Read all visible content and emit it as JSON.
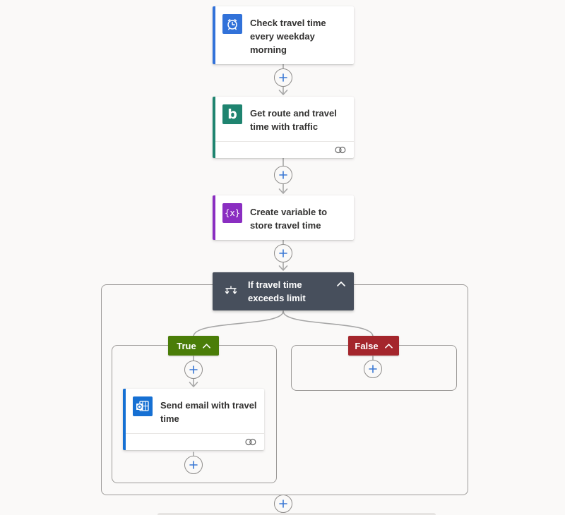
{
  "designer": {
    "cards": {
      "recurrence": {
        "title": "Check travel time every weekday morning"
      },
      "bing_route": {
        "title": "Get route and travel time with traffic",
        "glyph": "b"
      },
      "create_variable": {
        "title": "Create variable to store travel time",
        "glyph": "{x}"
      },
      "condition": {
        "title": "If travel time exceeds limit"
      },
      "send_email": {
        "title": "Send email with travel time"
      }
    },
    "branches": {
      "true_label": "True",
      "false_label": "False"
    }
  },
  "colors": {
    "recurrence-accent": "#3272d9",
    "bing-accent": "#1f8470",
    "variable-accent": "#8a2ec1",
    "outlook-accent": "#1670d3",
    "condition-bg": "#474f5c",
    "true-badge": "#4a7d08",
    "false-badge": "#a4262c",
    "connector": "#a6a6a6",
    "plus-accent": "#3b78d4",
    "container-border": "#9d9b99"
  }
}
